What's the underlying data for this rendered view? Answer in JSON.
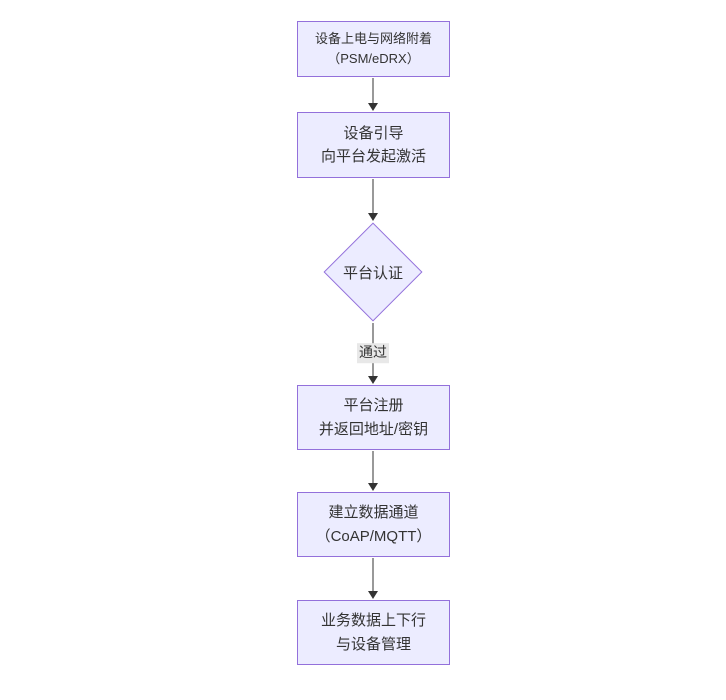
{
  "diagram": {
    "type": "flowchart-top-down",
    "colors": {
      "background": "#ffffff",
      "node_fill": "#ECECFF",
      "node_border": "#9370DB",
      "arrow_color": "#333333",
      "label_bg": "#e8e8e8",
      "text_color": "#333333"
    },
    "nodes": [
      {
        "id": "power-on",
        "shape": "rect",
        "lines": [
          "设备上电与网络附着",
          "（PSM/eDRX）"
        ]
      },
      {
        "id": "bootstrap",
        "shape": "rect",
        "lines": [
          "设备引导",
          "向平台发起激活"
        ]
      },
      {
        "id": "auth",
        "shape": "diamond",
        "lines": [
          "平台认证"
        ]
      },
      {
        "id": "register",
        "shape": "rect",
        "lines": [
          "平台注册",
          "并返回地址/密钥"
        ]
      },
      {
        "id": "channel",
        "shape": "rect",
        "lines": [
          "建立数据通道",
          "（CoAP/MQTT）"
        ]
      },
      {
        "id": "business",
        "shape": "rect",
        "lines": [
          "业务数据上下行",
          "与设备管理"
        ]
      }
    ],
    "edges": [
      {
        "from": "power-on",
        "to": "bootstrap",
        "label": ""
      },
      {
        "from": "bootstrap",
        "to": "auth",
        "label": ""
      },
      {
        "from": "auth",
        "to": "register",
        "label": "通过"
      },
      {
        "from": "register",
        "to": "channel",
        "label": ""
      },
      {
        "from": "channel",
        "to": "business",
        "label": ""
      }
    ]
  }
}
